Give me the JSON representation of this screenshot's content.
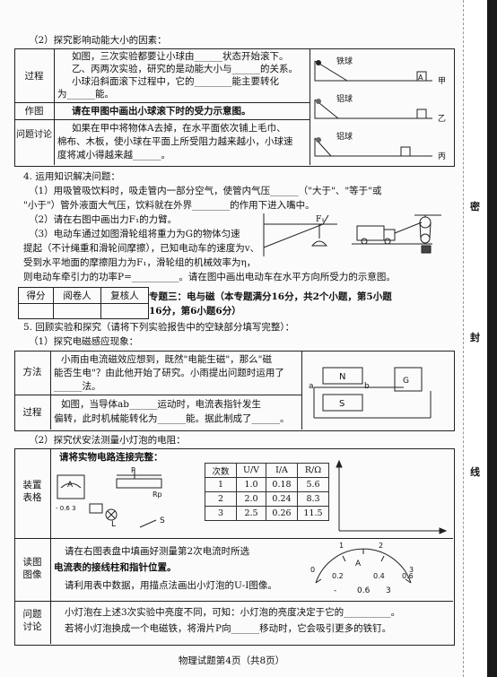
{
  "header": {
    "part2": "（2）探究影响动能大小的因素："
  },
  "table1": {
    "labels": [
      "过程",
      "作图",
      "问题讨论"
    ],
    "process": [
      "如图，三次实验都要让小球由______状态开始滚下。",
      "乙、丙两次实验，研究的是动能大小与______的关系。",
      "小球沿斜面滚下过程中，它的________能主要转化",
      "为______能。"
    ],
    "drawing": "请在甲图中画出小球滚下时的受力示意图。",
    "discussion": [
      "如果在甲中将物体A去掉，在水平面依次铺上毛巾、",
      "棉布、木板，使小球在平面上所受阻力越来越小，小球速",
      "度将减小得越来越______。"
    ],
    "ball_labels": [
      "铁球",
      "铝球",
      "铝球"
    ],
    "fig_labels": [
      "甲",
      "乙",
      "丙"
    ],
    "block_label": "A"
  },
  "q4": {
    "title": "4. 运用知识解决问题：",
    "s1": [
      "（1）用吸管吸饮料时，吸走管内一部分空气，使管内气压______（\"大于\"、\"等于\"或",
      "\"小于\"）管外液面大气压，饮料就在外界________的作用下进入嘴中。"
    ],
    "s2": "（2）请在右图中画出力F₁的力臂。",
    "s3": [
      "（3）电动车通过如图滑轮组将重力为G的物体匀速",
      "提起（不计绳重和滑轮间摩擦），已知电动车的速度为v、",
      "受到水平地面的摩擦阻力为F₁，滑轮组的机械效率为η，",
      "则电动车牵引力的功率P=__________。请在图中画出电动车在水平方向所受力的示意图。"
    ],
    "force_label": "F₁"
  },
  "score": {
    "cols": [
      "得分",
      "阅卷人",
      "复核人"
    ],
    "topic": [
      "专题三：电与磁（本专题满分16分，共2个小题，第5小题",
      "16分，第6小题6分）"
    ]
  },
  "q5": {
    "title": "5. 回顾实验和探究（请将下列实验报告中的空缺部分填写完整）：",
    "part1": "（1）探究电磁感应现象：",
    "method_label": "方法",
    "method": [
      "小雨由电流磁效应想到，既然\"电能生磁\"，那么\"磁",
      "能否生电\"？由此他开始了研究。小雨提出问题时运用了",
      "______法。"
    ],
    "process_label": "过程",
    "process": [
      "如图，当导体ab______运动时，电流表指针发生",
      "偏转，此时机械能转化为______能。据此制成了______。"
    ],
    "mag_labels": [
      "N",
      "S",
      "a",
      "b",
      "G"
    ],
    "part2": "（2）探究伏安法测量小灯泡的电阻：",
    "device_label": [
      "装置",
      "表格"
    ],
    "circuit_hint": "请将实物电路连接完整：",
    "circuit_labels": [
      "A",
      "P",
      "Rp",
      "L",
      "S",
      "- 0.6 3"
    ],
    "data_table": {
      "headers": [
        "次数",
        "U/V",
        "I/A",
        "R/Ω"
      ],
      "rows": [
        [
          "1",
          "1.0",
          "0.18",
          "5.6"
        ],
        [
          "2",
          "2.0",
          "0.24",
          "8.3"
        ],
        [
          "3",
          "2.5",
          "0.26",
          "11.5"
        ]
      ]
    },
    "read_label": [
      "读图",
      "图像"
    ],
    "read": [
      "请在右图表盘中填画好测量第2次电流时所选",
      "电流表的接线柱和指针位置。",
      "请利用表中数据，用描点法画出小灯泡的U-I图像。"
    ],
    "meter": {
      "ticks": [
        "0",
        "1",
        "2",
        "3",
        "0.2",
        "0.4",
        "0.6"
      ],
      "unit": "A",
      "terminals": [
        "-",
        "0.6",
        "3"
      ]
    },
    "disc_label": [
      "问题",
      "讨论"
    ],
    "disc": [
      "小灯泡在上述3次实验中亮度不同，可知：小灯泡的亮度决定于它的__________。",
      "若将小灯泡换成一个电磁铁，将滑片P向______移动时，它会吸引更多的铁钉。"
    ]
  },
  "footer": "物理试题第4页（共8页）",
  "side": [
    "密",
    "封",
    "线"
  ]
}
